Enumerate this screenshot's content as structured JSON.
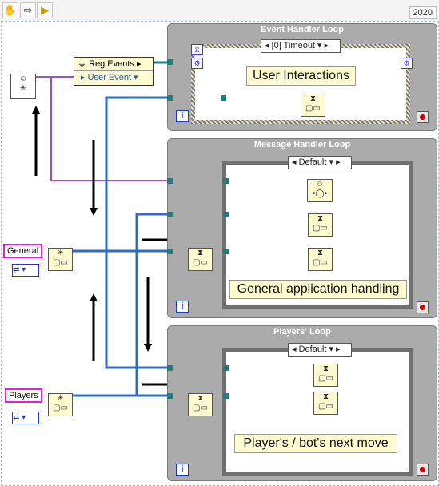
{
  "toolbar": {
    "version": "2020"
  },
  "icons": {
    "hand": "hand-icon",
    "arrow": "arrow-icon",
    "run": "run-icon"
  },
  "register": {
    "title": "Reg Events",
    "event": "User Event"
  },
  "event_loop": {
    "title": "Event Handler Loop",
    "case": "[0] Timeout",
    "label": "User Interactions",
    "iter": "i"
  },
  "message_loop": {
    "title": "Message Handler Loop",
    "case": "Default",
    "label": "General application handling",
    "iter": "i"
  },
  "players_loop": {
    "title": "Players' Loop",
    "case": "Default",
    "label": "Player's / bot's next move",
    "iter": "i"
  },
  "constants": {
    "general": "General",
    "players": "Players"
  },
  "colors": {
    "wire_blue": "#2d6cc8",
    "wire_purple": "#9b4fd1",
    "loop_gray": "#ababab",
    "const_border": "#e020e0"
  }
}
